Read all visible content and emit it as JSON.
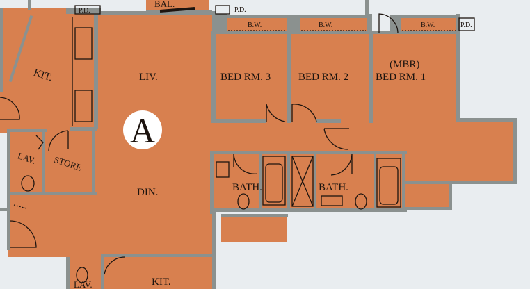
{
  "plan": {
    "unit_letter": "A",
    "colors": {
      "floor": "#d8804f",
      "wall": "#8b918f",
      "background": "#e9edf0",
      "ink": "#1d140f",
      "badge_fill": "#ffffff"
    },
    "labels": {
      "kit_top": "KIT.",
      "liv": "LIV.",
      "bal": "BAL.",
      "pd_top_left": "P.D.",
      "pd_top_mid": "P.D.",
      "pd_top_right": "P.D.",
      "bw_1": "B.W.",
      "bw_2": "B.W.",
      "bw_3": "B.W.",
      "bed_rm_3": "BED RM. 3",
      "bed_rm_2": "BED RM. 2",
      "mbr": "(MBR)",
      "bed_rm_1": "BED RM. 1",
      "lav_left": "LAV.",
      "store": "STORE",
      "din": "DIN.",
      "bath_1": "BATH.",
      "bath_2": "BATH.",
      "lav_bottom": "LAV.",
      "kit_bottom": "KIT."
    }
  }
}
